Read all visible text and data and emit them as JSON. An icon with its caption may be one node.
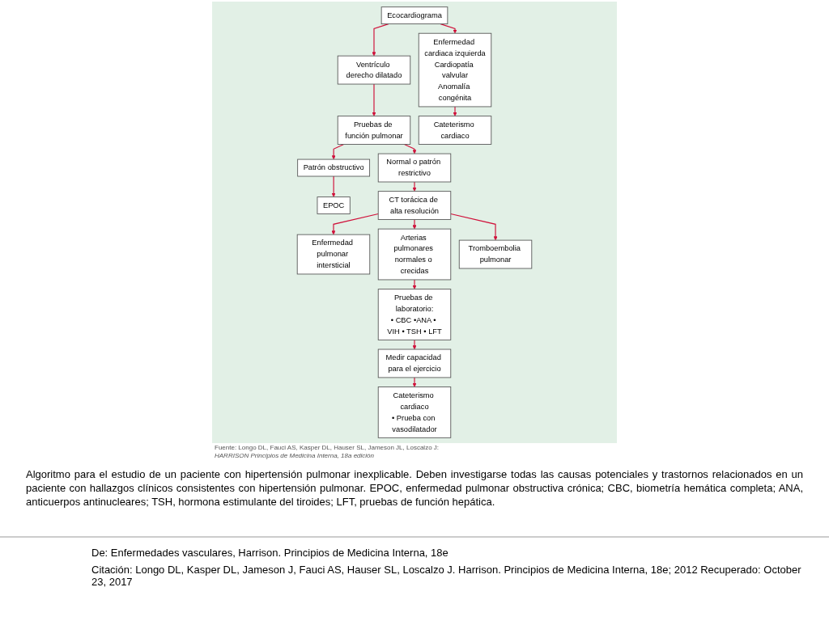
{
  "diagram": {
    "caption": "Algoritmo para el estudio de un paciente con hipertensión pulmonar inexplicable. Deben investigarse todas las causas potenciales y trastornos relacionados en un paciente con hallazgos clínicos consistentes con hipertensión pulmonar. EPOC, enfermedad pulmonar obstructiva crónica; CBC, biometría hemática completa; ANA, anticuerpos antinucleares; TSH, hormona estimulante del tiroides; LFT, pruebas de función hepática.",
    "nodes": [
      {
        "text": [
          "Ecocardiograma"
        ]
      },
      {
        "text": [
          "Ventrículo derecho dilatado"
        ]
      },
      {
        "text": [
          "Enfermedad cardiaca izquierda",
          "Cardiopatía valvular",
          "Anomalía congénita"
        ]
      },
      {
        "text": [
          "Pruebas de función pulmonar"
        ]
      },
      {
        "text": [
          "Cateterismo cardiaco"
        ]
      },
      {
        "text": [
          "Patrón obstructivo"
        ]
      },
      {
        "text": [
          "Normal o patrón restrictivo"
        ]
      },
      {
        "text": [
          "EPOC"
        ]
      },
      {
        "text": [
          "CT torácica de alta resolución"
        ]
      },
      {
        "text": [
          "Enfermedad pulmonar intersticial"
        ]
      },
      {
        "text": [
          "Arterias pulmonares normales o crecidas"
        ]
      },
      {
        "text": [
          "Tromboembolia pulmonar"
        ]
      },
      {
        "text": [
          "Pruebas de laboratorio:",
          "• CBC •ANA • VIH • TSH • LFT"
        ]
      },
      {
        "text": [
          "Medir capacidad para el ejercicio"
        ]
      },
      {
        "text": [
          "Cateterismo cardiaco",
          "• Prueba con vasodilatador"
        ]
      }
    ],
    "edges": [
      {
        "from": 0,
        "to": 1,
        "arrow": "to"
      },
      {
        "from": 0,
        "to": 2,
        "arrow": "to"
      },
      {
        "from": 1,
        "to": 3,
        "arrow": "to"
      },
      {
        "from": 2,
        "to": 4,
        "arrow": "to"
      },
      {
        "from": 3,
        "to": 5,
        "arrow": "to"
      },
      {
        "from": 3,
        "to": 6,
        "arrow": "to"
      },
      {
        "from": 5,
        "to": 7,
        "arrow": "to"
      },
      {
        "from": 6,
        "to": 8,
        "arrow": "to"
      },
      {
        "from": 8,
        "to": 9,
        "arrow": "to"
      },
      {
        "from": 8,
        "to": 10,
        "arrow": "to"
      },
      {
        "from": 8,
        "to": 11,
        "arrow": "to"
      },
      {
        "from": 10,
        "to": 12,
        "arrow": "to"
      },
      {
        "from": 12,
        "to": 13,
        "arrow": "to"
      },
      {
        "from": 13,
        "to": 14,
        "arrow": "to"
      }
    ],
    "labels": [
      "Fuente: Longo DL, Fauci AS, Kasper DL, Hauser SL, Jameson JL, Loscalzo J:",
      "HARRISON Principios de Medicina Interna, 18a edición",
      "De: Enfermedades vasculares, Harrison. Principios de Medicina Interna, 18e",
      "Citación: Longo DL, Kasper DL, Jameson J, Fauci AS, Hauser SL, Loscalzo J. Harrison. Principios de Medicina Interna, 18e; 2012 Recuperado: October 23, 2017"
    ]
  }
}
